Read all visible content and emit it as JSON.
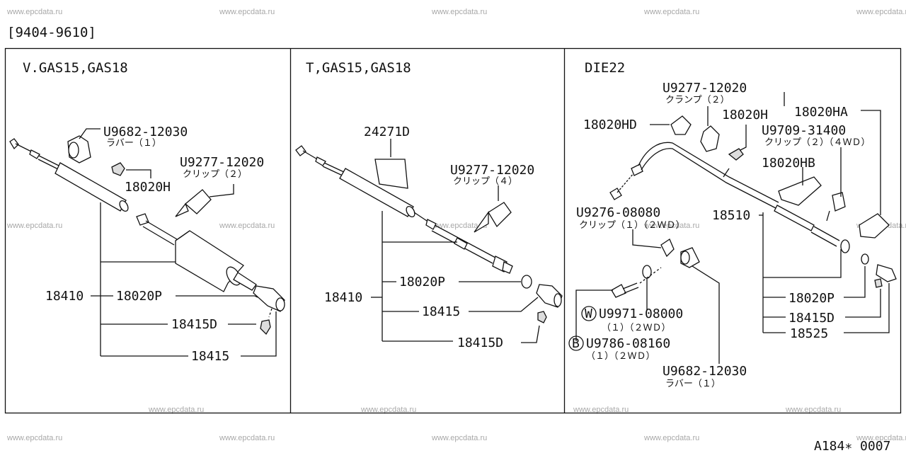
{
  "header": {
    "date_range": "[9404-9610]",
    "ref_code": "A184∗ 0007"
  },
  "watermark": "www.epcdata.ru",
  "panels": [
    {
      "title": "V.GAS15,GAS18",
      "callouts": [
        {
          "code": "U9682-12030",
          "note": "ラバー（１）"
        },
        {
          "code": "U9277-12020",
          "note": "クリップ（２）"
        },
        {
          "code": "18020H",
          "note": ""
        },
        {
          "code": "18410",
          "note": ""
        },
        {
          "code": "18020P",
          "note": ""
        },
        {
          "code": "18415D",
          "note": ""
        },
        {
          "code": "18415",
          "note": ""
        }
      ]
    },
    {
      "title": "T,GAS15,GAS18",
      "callouts": [
        {
          "code": "24271D",
          "note": ""
        },
        {
          "code": "U9277-12020",
          "note": "クリップ（４）"
        },
        {
          "code": "18410",
          "note": ""
        },
        {
          "code": "18020P",
          "note": ""
        },
        {
          "code": "18415",
          "note": ""
        },
        {
          "code": "18415D",
          "note": ""
        }
      ]
    },
    {
      "title": "DIE22",
      "callouts": [
        {
          "code": "U9277-12020",
          "note": "クランプ（２）"
        },
        {
          "code": "18020HD",
          "note": ""
        },
        {
          "code": "18020H",
          "note": ""
        },
        {
          "code": "18020HA",
          "note": ""
        },
        {
          "code": "U9709-31400",
          "note": "クリップ（２）（４ＷＤ）"
        },
        {
          "code": "18020HB",
          "note": ""
        },
        {
          "code": "U9276-08080",
          "note": "クリップ（１）（２ＷＤ）"
        },
        {
          "code": "18510",
          "note": ""
        },
        {
          "code": "18020P",
          "note": ""
        },
        {
          "code": "18415D",
          "note": ""
        },
        {
          "code": "18525",
          "note": ""
        },
        {
          "code": "U9971-08000",
          "note": "（１）（２ＷＤ）",
          "badge": "W"
        },
        {
          "code": "U9786-08160",
          "note": "（１）（２ＷＤ）",
          "badge": "B"
        },
        {
          "code": "U9682-12030",
          "note": "ラバー（１）"
        }
      ]
    }
  ]
}
